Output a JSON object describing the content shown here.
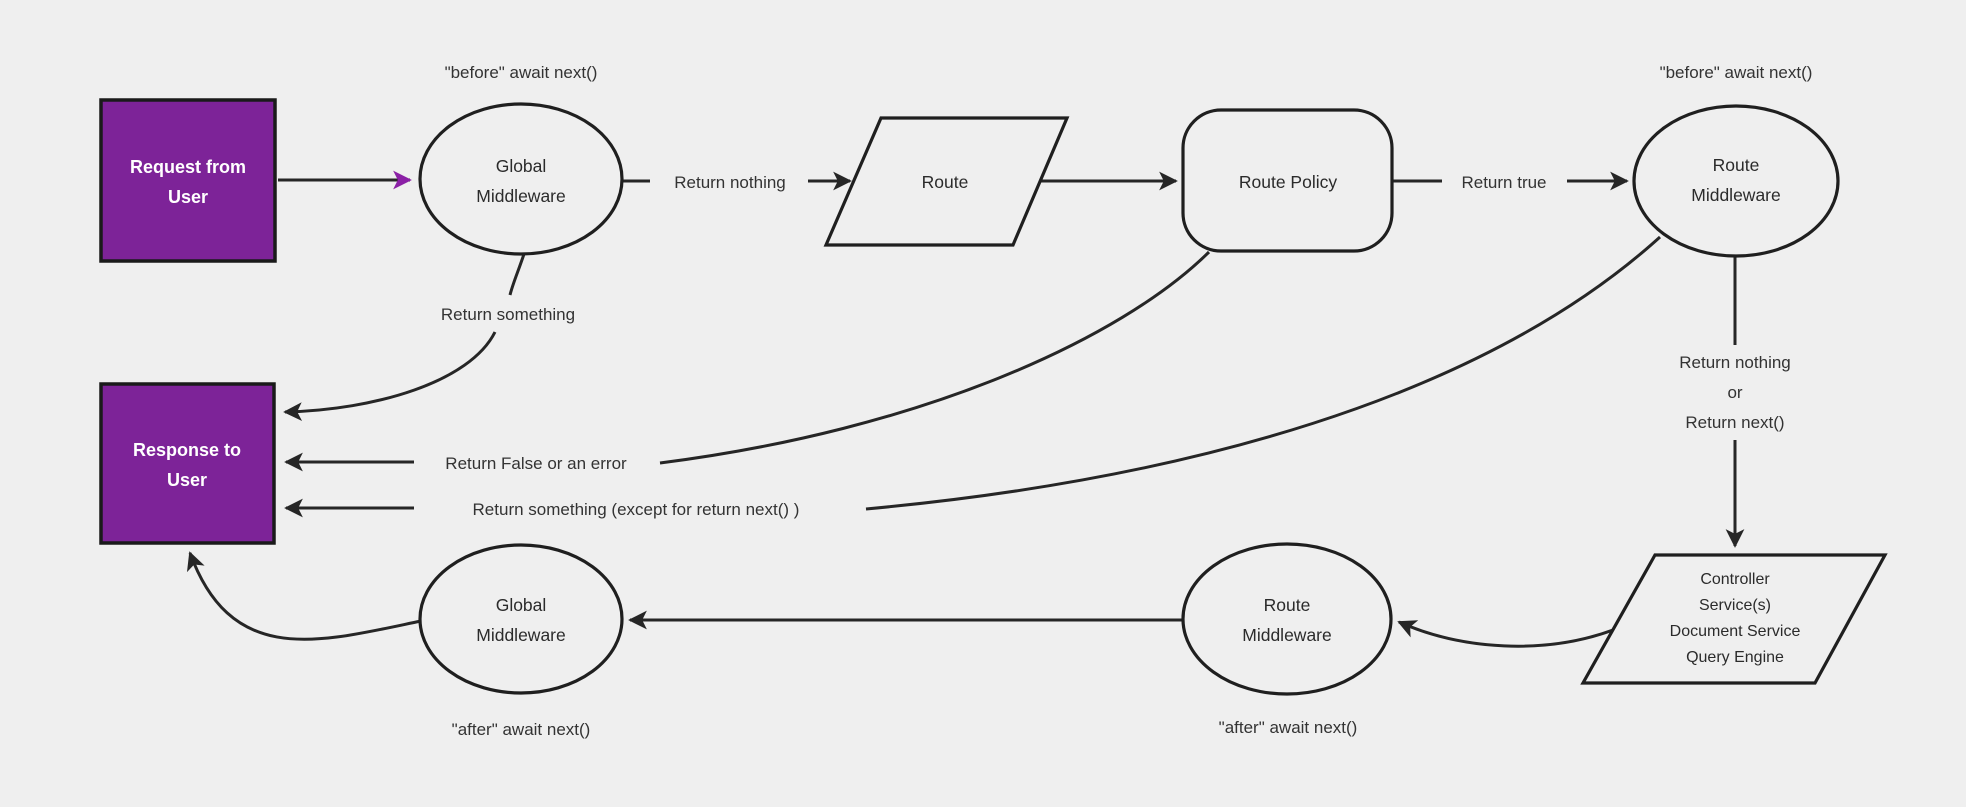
{
  "colors": {
    "background": "#efefef",
    "line": "#262626",
    "node_border": "#1f1f1f",
    "purple_fill": "#7d2398",
    "purple_arrow": "#8b20a6",
    "box_text": "#ffffff",
    "label_text": "#333333"
  },
  "nodes": {
    "request_box": {
      "line1": "Request from",
      "line2": "User"
    },
    "global_middleware_top": {
      "line1": "Global",
      "line2": "Middleware"
    },
    "route": {
      "label": "Route"
    },
    "route_policy": {
      "label": "Route Policy"
    },
    "route_middleware_top": {
      "line1": "Route",
      "line2": "Middleware"
    },
    "controller_block": {
      "line1": "Controller",
      "line2": "Service(s)",
      "line3": "Document Service",
      "line4": "Query Engine"
    },
    "route_middleware_bottom": {
      "line1": "Route",
      "line2": "Middleware"
    },
    "global_middleware_bottom": {
      "line1": "Global",
      "line2": "Middleware"
    },
    "response_box": {
      "line1": "Response to",
      "line2": "User"
    }
  },
  "labels": {
    "before_await_left": "\"before\" await next()",
    "before_await_right": "\"before\" await next()",
    "return_nothing": "Return nothing",
    "return_true": "Return true",
    "return_something": "Return something",
    "return_false_or_error": "Return False or an error",
    "return_something_except": "Return something (except for return next() )",
    "return_nothing_or_line1": "Return nothing",
    "return_nothing_or_line2": "or",
    "return_nothing_or_line3": "Return next()",
    "after_await_left": "\"after\" await next()",
    "after_await_right": "\"after\" await next()"
  }
}
